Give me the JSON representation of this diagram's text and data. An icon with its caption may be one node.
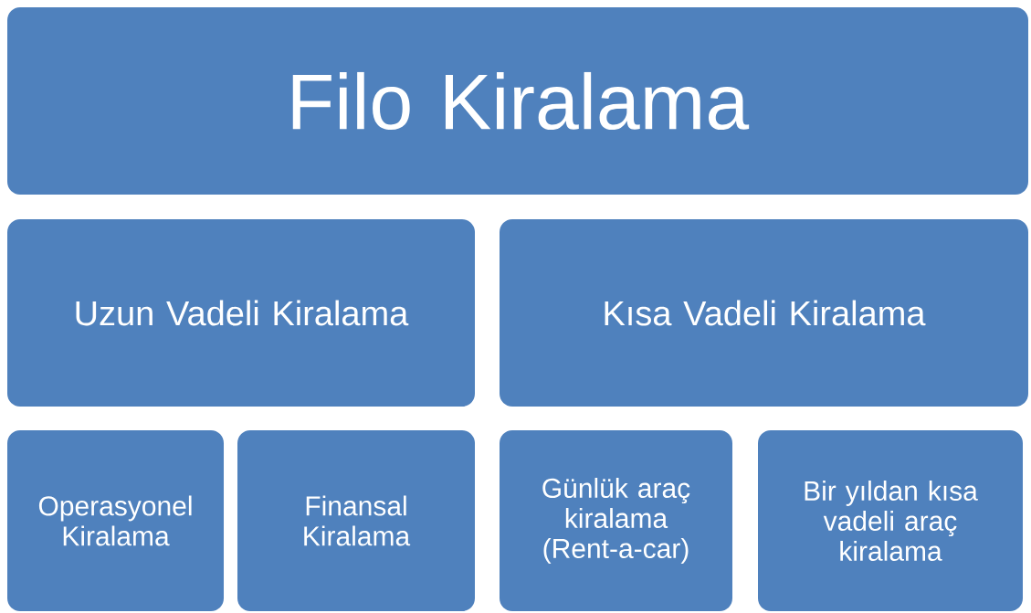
{
  "diagram": {
    "nodes": [
      {
        "text": [
          "Filo Kiralama"
        ]
      },
      {
        "text": [
          "Uzun Vadeli Kiralama"
        ]
      },
      {
        "text": [
          "Kısa Vadeli Kiralama"
        ]
      },
      {
        "text": [
          "Operasyonel Kiralama"
        ]
      },
      {
        "text": [
          "Finansal Kiralama"
        ]
      },
      {
        "text": [
          "Günlük araç kiralama (Rent-a-car)"
        ]
      },
      {
        "text": [
          "Bir yıldan kısa vadeli araç kiralama"
        ]
      }
    ]
  }
}
